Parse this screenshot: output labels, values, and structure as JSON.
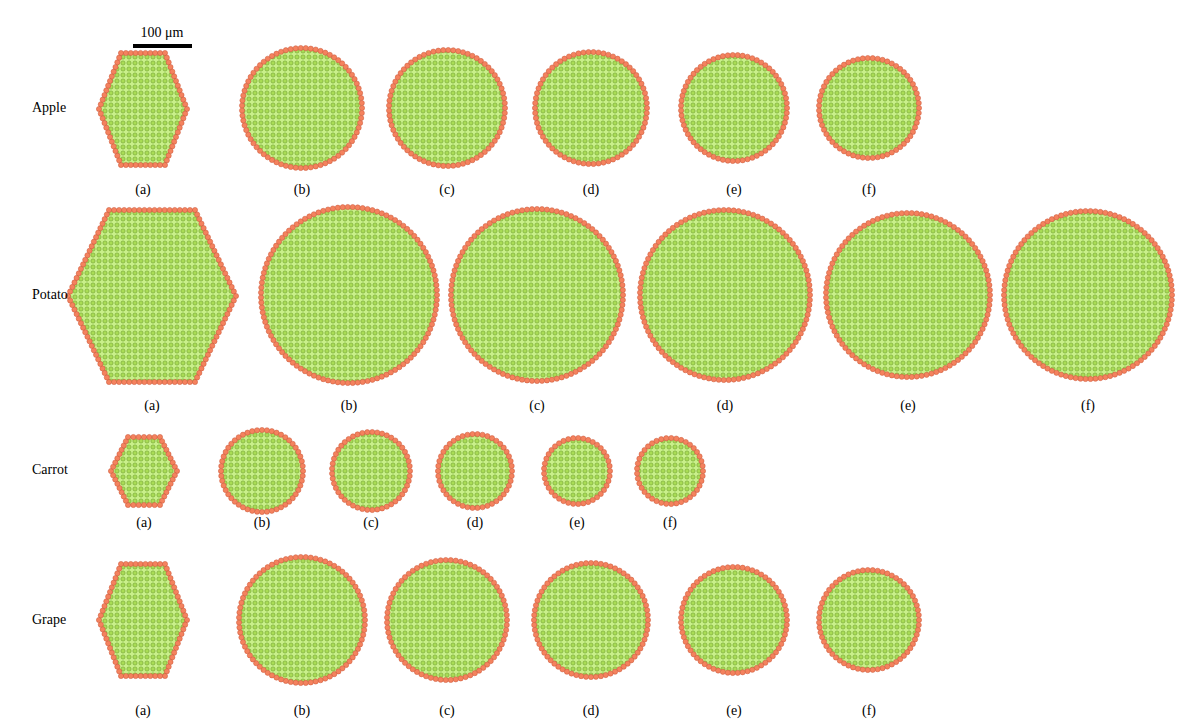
{
  "diagram": {
    "labels": [
      "100 μm",
      "Apple",
      "(a)",
      "(b)",
      "(c)",
      "(d)",
      "(e)",
      "(f)",
      "Potato",
      "(a)",
      "(b)",
      "(c)",
      "(d)",
      "(e)",
      "(f)",
      "Carrot",
      "(a)",
      "(b)",
      "(c)",
      "(d)",
      "(e)",
      "(f)",
      "Grape",
      "(a)",
      "(b)",
      "(c)",
      "(d)",
      "(e)",
      "(f)"
    ]
  }
}
